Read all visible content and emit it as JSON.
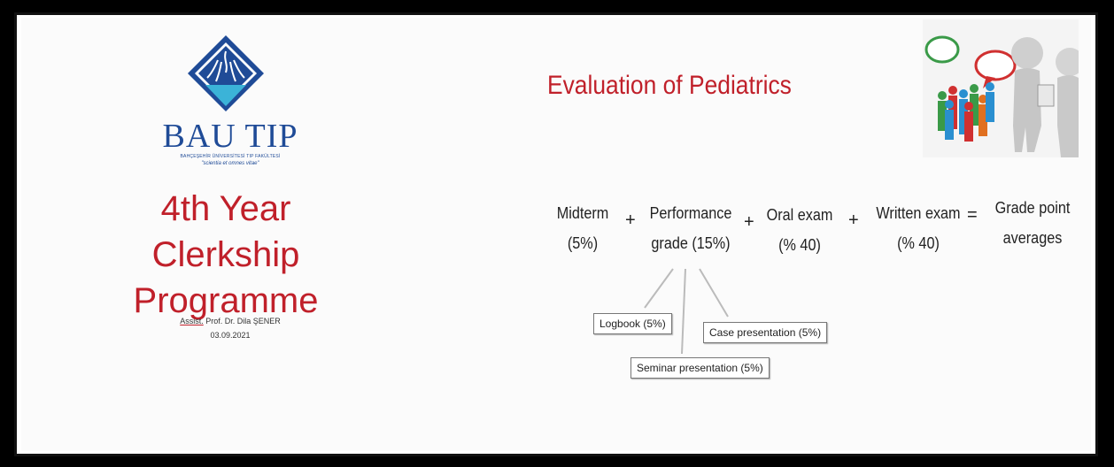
{
  "left_slide": {
    "brand": "BAU TIP",
    "brand_sub": "BAHÇEŞEHİR ÜNİVERSİTESİ TIP FAKÜLTESİ",
    "brand_motto": "\"scientia et omnes vitae\"",
    "title_line1": "4th Year",
    "title_line2": "Clerkship Programme",
    "author_prefix": "Assist.",
    "author_rest": " Prof. Dr. Dila ŞENER",
    "date": "03.09.2021"
  },
  "right_slide": {
    "title": "Evaluation of Pediatrics",
    "formula": {
      "midterm": [
        "Midterm",
        "(5%)"
      ],
      "performance": [
        "Performance",
        "grade (15%)"
      ],
      "oral": [
        "Oral exam",
        "(% 40)"
      ],
      "written": [
        "Written exam",
        "(% 40)"
      ],
      "result": [
        "Grade point",
        "averages"
      ],
      "plus": "+",
      "equals": "="
    },
    "components": {
      "logbook": "Logbook (5%)",
      "seminar": "Seminar presentation (5%)",
      "case": "Case presentation (5%)"
    }
  },
  "colors": {
    "title_red": "#c0202a",
    "brand_blue": "#1f4b97"
  }
}
